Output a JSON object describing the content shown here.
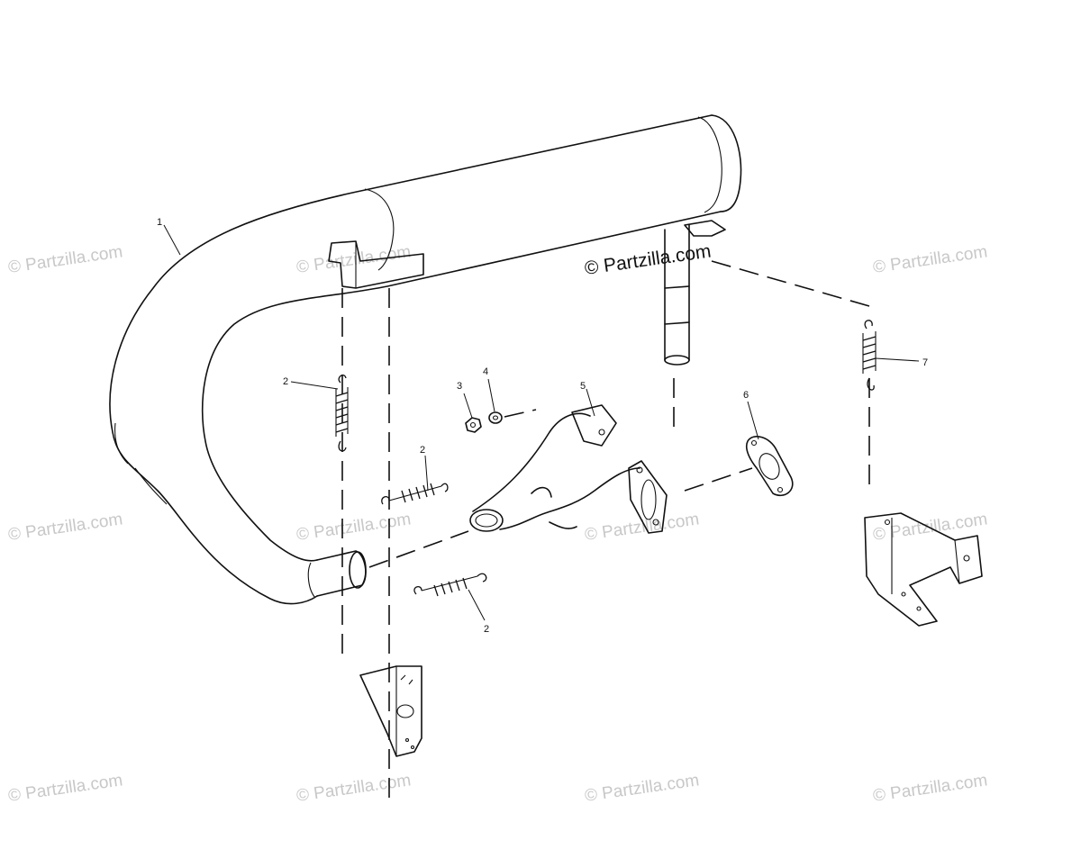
{
  "callouts": {
    "c1": "1",
    "c2a": "2",
    "c2b": "2",
    "c2c": "2",
    "c3": "3",
    "c4": "4",
    "c5": "5",
    "c6": "6",
    "c7": "7"
  },
  "watermark": "© Partzilla.com"
}
